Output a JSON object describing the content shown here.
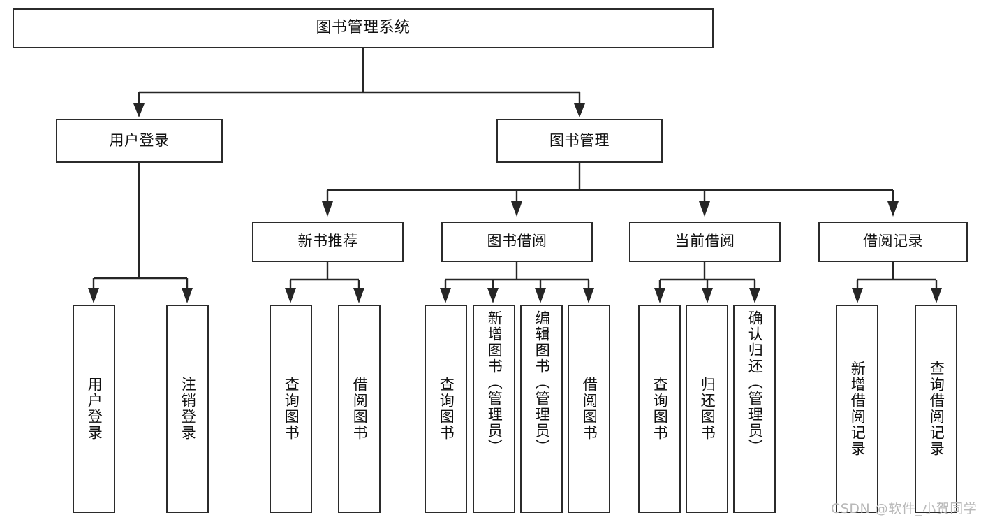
{
  "diagram": {
    "title": "图书管理系统",
    "type": "functional-structure-tree",
    "root": {
      "label": "图书管理系统"
    },
    "level2": [
      {
        "label": "用户登录"
      },
      {
        "label": "图书管理"
      }
    ],
    "level3": [
      {
        "label": "新书推荐"
      },
      {
        "label": "图书借阅"
      },
      {
        "label": "当前借阅"
      },
      {
        "label": "借阅记录"
      }
    ],
    "leaves": {
      "user_login": [
        {
          "label": "用户登录"
        },
        {
          "label": "注销登录"
        }
      ],
      "new_book_recommend": [
        {
          "label": "查询图书"
        },
        {
          "label": "借阅图书"
        }
      ],
      "book_borrow": [
        {
          "label": "查询图书"
        },
        {
          "label": "新增图书（管理员）"
        },
        {
          "label": "编辑图书（管理员）"
        },
        {
          "label": "借阅图书"
        }
      ],
      "current_borrow": [
        {
          "label": "查询图书"
        },
        {
          "label": "归还图书"
        },
        {
          "label": "确认归还（管理员）"
        }
      ],
      "borrow_record": [
        {
          "label": "新增借阅记录"
        },
        {
          "label": "查询借阅记录"
        }
      ]
    }
  },
  "watermark": {
    "text": "CSDN @软件_小贺同学"
  },
  "colors": {
    "box_border": "#2b2b2b",
    "line": "#262626",
    "background": "#ffffff",
    "watermark": "#b9b9b9"
  }
}
